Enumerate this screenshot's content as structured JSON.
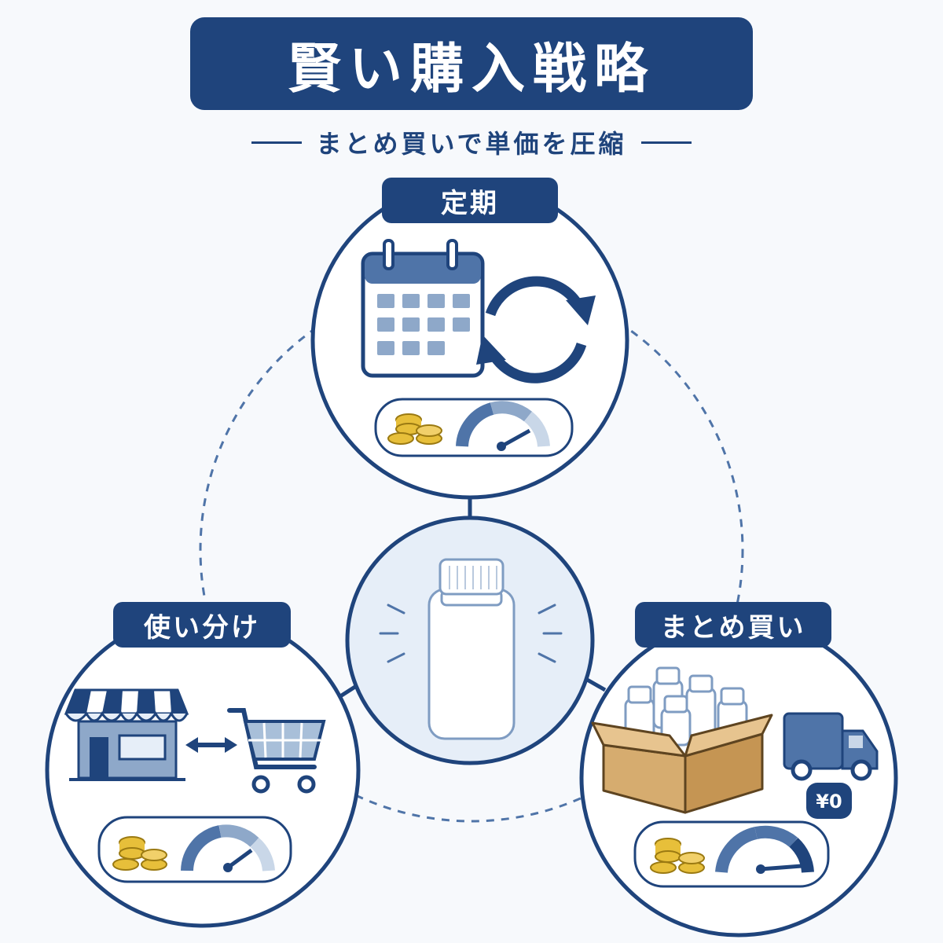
{
  "title": "賢い購入戦略",
  "subtitle": "まとめ買いで単価を圧縮",
  "nodes": {
    "teiki": {
      "label": "定期"
    },
    "tsukaiwake": {
      "label": "使い分け"
    },
    "matomegai": {
      "label": "まとめ買い",
      "shipping_badge": "¥0"
    }
  },
  "colors": {
    "navy": "#1f447c",
    "mid_blue": "#4f74a8",
    "light_blue": "#a8bfd9",
    "pale_blue": "#e6eef8",
    "coin_gold": "#e7bf3a",
    "box_tan": "#dbb57f"
  }
}
